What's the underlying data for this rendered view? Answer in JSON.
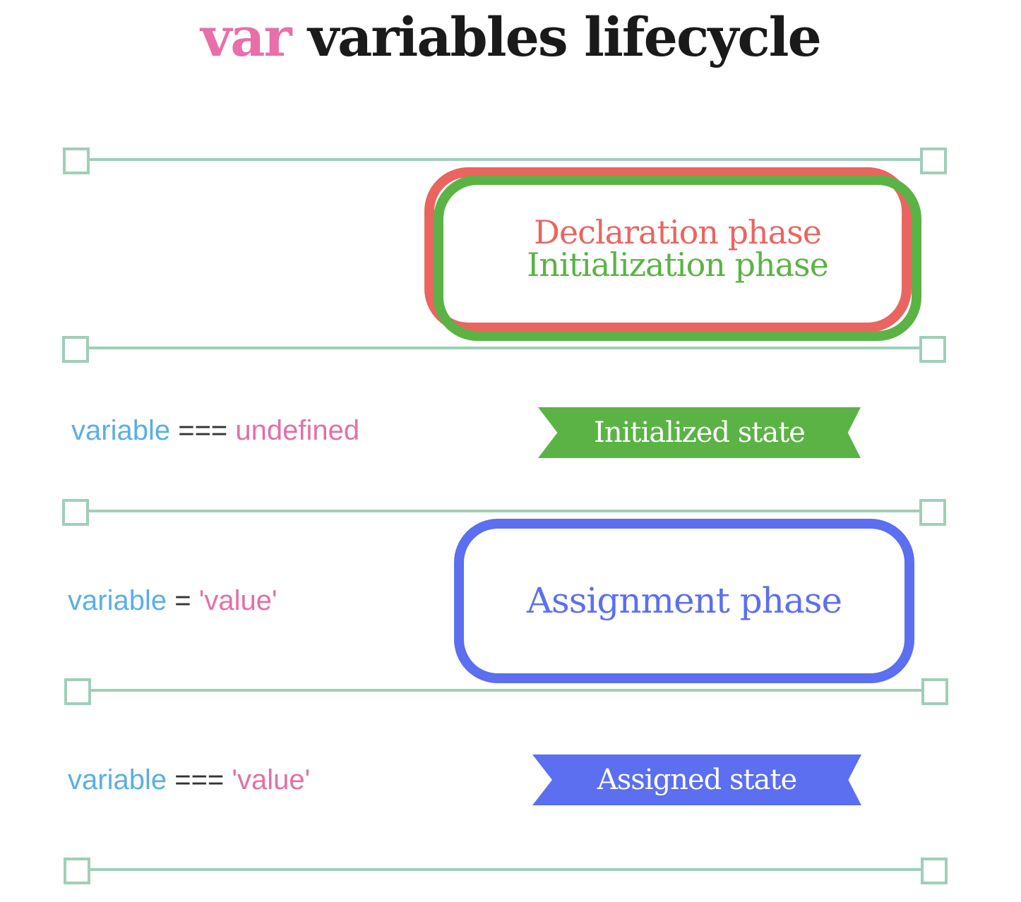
{
  "title": {
    "keyword": "var",
    "rest": "variables lifecycle"
  },
  "phases": {
    "declaration": "Declaration phase",
    "initialization": "Initialization phase",
    "assignment": "Assignment phase"
  },
  "states": {
    "initialized": "Initialized state",
    "assigned": "Assigned state"
  },
  "code": [
    {
      "var": "variable",
      "op": "===",
      "val": "undefined"
    },
    {
      "var": "variable",
      "op": "=",
      "val": "'value'"
    },
    {
      "var": "variable",
      "op": "===",
      "val": "'value'"
    }
  ],
  "colors": {
    "pink": "#e86fa7",
    "red": "#ea6560",
    "green": "#5bb346",
    "blue": "#5b6ff0",
    "line": "#9fcfb8",
    "code_blue": "#5aaee6"
  }
}
